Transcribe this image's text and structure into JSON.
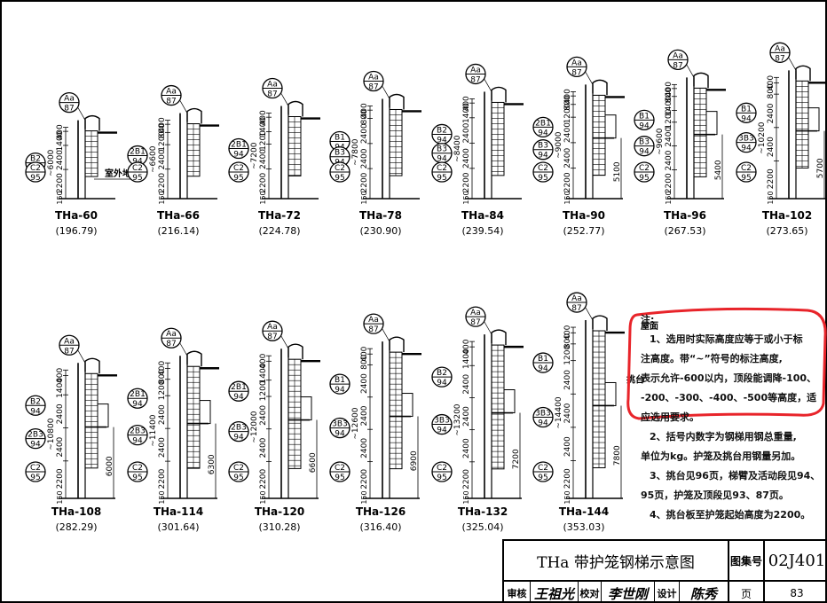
{
  "units": [
    {
      "name": "THa-60",
      "weight": "(196.79)",
      "total": "~6000",
      "dims": [
        "400",
        "1400",
        "2400",
        "2200"
      ],
      "top_callout": {
        "code": "Aa",
        "page": "87"
      },
      "callouts": [
        {
          "code": "B2",
          "page": "94"
        },
        {
          "code": "C2",
          "page": "95"
        }
      ],
      "platform": null,
      "note": "室外地坪"
    },
    {
      "name": "THa-66",
      "weight": "(216.14)",
      "total": "~6600",
      "dims": [
        "400",
        "800",
        "1200",
        "2400",
        "2200"
      ],
      "top_callout": {
        "code": "Aa",
        "page": "87"
      },
      "callouts": [
        {
          "code": "2B1",
          "page": "94"
        },
        {
          "code": "C2",
          "page": "95"
        }
      ],
      "platform": null
    },
    {
      "name": "THa-72",
      "weight": "(224.78)",
      "total": "~7200",
      "dims": [
        "400",
        "1400",
        "1200",
        "2400",
        "2200"
      ],
      "top_callout": {
        "code": "Aa",
        "page": "87"
      },
      "callouts": [
        {
          "code": "2B1",
          "page": "94"
        },
        {
          "code": "C2",
          "page": "95"
        }
      ],
      "platform": null
    },
    {
      "name": "THa-78",
      "weight": "(230.90)",
      "total": "~7800",
      "dims": [
        "400",
        "800",
        "2400",
        "2400",
        "2200"
      ],
      "top_callout": {
        "code": "Aa",
        "page": "87"
      },
      "callouts": [
        {
          "code": "B1",
          "page": "94"
        },
        {
          "code": "B3",
          "page": "94"
        },
        {
          "code": "C2",
          "page": "95"
        }
      ],
      "platform": null
    },
    {
      "name": "THa-84",
      "weight": "(239.54)",
      "total": "~8400",
      "dims": [
        "400",
        "1400",
        "2400",
        "2400",
        "2200"
      ],
      "top_callout": {
        "code": "Aa",
        "page": "87"
      },
      "callouts": [
        {
          "code": "B2",
          "page": "94"
        },
        {
          "code": "B3",
          "page": "94"
        },
        {
          "code": "C2",
          "page": "95"
        }
      ],
      "platform": null
    },
    {
      "name": "THa-90",
      "weight": "(252.77)",
      "total": "~9000",
      "dims": [
        "400",
        "800",
        "1200",
        "2400",
        "2400",
        "2200"
      ],
      "top_callout": {
        "code": "Aa",
        "page": "87"
      },
      "callouts": [
        {
          "code": "2B1",
          "page": "94"
        },
        {
          "code": "B3",
          "page": "94"
        },
        {
          "code": "C2",
          "page": "95"
        }
      ],
      "platform": "5100"
    },
    {
      "name": "THa-96",
      "weight": "(267.53)",
      "total": "~9600",
      "dims": [
        "400",
        "800",
        "1400",
        "1200",
        "2400",
        "2400",
        "2200"
      ],
      "top_callout": {
        "code": "Aa",
        "page": "87"
      },
      "callouts": [
        {
          "code": "B1",
          "page": "94"
        },
        {
          "code": "B3",
          "page": "94"
        },
        {
          "code": "C2",
          "page": "95"
        }
      ],
      "platform": "5400"
    },
    {
      "name": "THa-102",
      "weight": "(273.65)",
      "total": "~10200",
      "dims": [
        "400",
        "800",
        "2400",
        "2400",
        "2200"
      ],
      "top_callout": {
        "code": "Aa",
        "page": "87"
      },
      "callouts": [
        {
          "code": "B1",
          "page": "94"
        },
        {
          "code": "3B3",
          "page": "94"
        },
        {
          "code": "C2",
          "page": "95"
        }
      ],
      "platform": "5700"
    },
    {
      "name": "THa-108",
      "weight": "(282.29)",
      "total": "~10800",
      "dims": [
        "400",
        "1400",
        "2400",
        "2400",
        "2200"
      ],
      "top_callout": {
        "code": "Aa",
        "page": "87"
      },
      "callouts": [
        {
          "code": "B2",
          "page": "94"
        },
        {
          "code": "2B3",
          "page": "94"
        },
        {
          "code": "C2",
          "page": "95"
        }
      ],
      "platform": "6000"
    },
    {
      "name": "THa-114",
      "weight": "(301.64)",
      "total": "~11400",
      "dims": [
        "400",
        "800",
        "1200",
        "2400",
        "2400",
        "2200"
      ],
      "top_callout": {
        "code": "Aa",
        "page": "87"
      },
      "callouts": [
        {
          "code": "2B1",
          "page": "94"
        },
        {
          "code": "2B3",
          "page": "94"
        },
        {
          "code": "C2",
          "page": "95"
        }
      ],
      "platform": "6300"
    },
    {
      "name": "THa-120",
      "weight": "(310.28)",
      "total": "~12000",
      "dims": [
        "400",
        "1400",
        "1200",
        "2400",
        "2400",
        "2200"
      ],
      "top_callout": {
        "code": "Aa",
        "page": "87"
      },
      "callouts": [
        {
          "code": "2B1",
          "page": "94"
        },
        {
          "code": "2B3",
          "page": "94"
        },
        {
          "code": "C2",
          "page": "95"
        }
      ],
      "platform": "6600"
    },
    {
      "name": "THa-126",
      "weight": "(316.40)",
      "total": "~12600",
      "dims": [
        "400",
        "800",
        "2400",
        "2400",
        "2400",
        "2200"
      ],
      "top_callout": {
        "code": "Aa",
        "page": "87"
      },
      "callouts": [
        {
          "code": "B1",
          "page": "94"
        },
        {
          "code": "3B3",
          "page": "94"
        },
        {
          "code": "C2",
          "page": "95"
        }
      ],
      "platform": "6900"
    },
    {
      "name": "THa-132",
      "weight": "(325.04)",
      "total": "~13200",
      "dims": [
        "400",
        "1400",
        "2400",
        "2400",
        "2400",
        "2200"
      ],
      "top_callout": {
        "code": "Aa",
        "page": "87"
      },
      "callouts": [
        {
          "code": "B2",
          "page": "94"
        },
        {
          "code": "3B3",
          "page": "94"
        },
        {
          "code": "C2",
          "page": "95"
        }
      ],
      "platform": "7200"
    },
    {
      "name": "THa-144",
      "weight": "(353.03)",
      "total": "~14400",
      "dims": [
        "400",
        "800",
        "1200",
        "2400",
        "2400",
        "2400",
        "2200"
      ],
      "top_callout": {
        "code": "Aa",
        "page": "87"
      },
      "callouts": [
        {
          "code": "B1",
          "page": "94"
        },
        {
          "code": "3B3",
          "page": "94"
        },
        {
          "code": "C2",
          "page": "95"
        }
      ],
      "platform": "7800",
      "roof_label": "屋面",
      "platform_label": "挑台"
    }
  ],
  "notes": {
    "heading": "注:",
    "lines": [
      "1、选用时实际高度应等于或小于标",
      "注高度。带“~”符号的标注高度,",
      "表示允许-600以内，顶段能调降-100、",
      "-200、-300、-400、-500等高度，适",
      "应选用要求。",
      "2、括号内数字为钢梯用钢总重量,",
      "单位为kg。护笼及挑台用钢量另加。",
      "3、挑台见96页，梯臂及活动段见94、",
      "95页，护笼及顶段见93、87页。",
      "4、挑台板至护笼起始高度为2200。"
    ],
    "highlight_color": "#e8242a"
  },
  "title_block": {
    "title": "THa 带护笼钢梯示意图",
    "atlas_label": "图集号",
    "atlas_no": "02J401",
    "page_label": "页",
    "page_no": "83",
    "review_label": "审核",
    "review_sig": "王祖光",
    "check_label": "校对",
    "check_sig": "李世刚",
    "design_label": "设计",
    "design_sig": "陈秀"
  }
}
